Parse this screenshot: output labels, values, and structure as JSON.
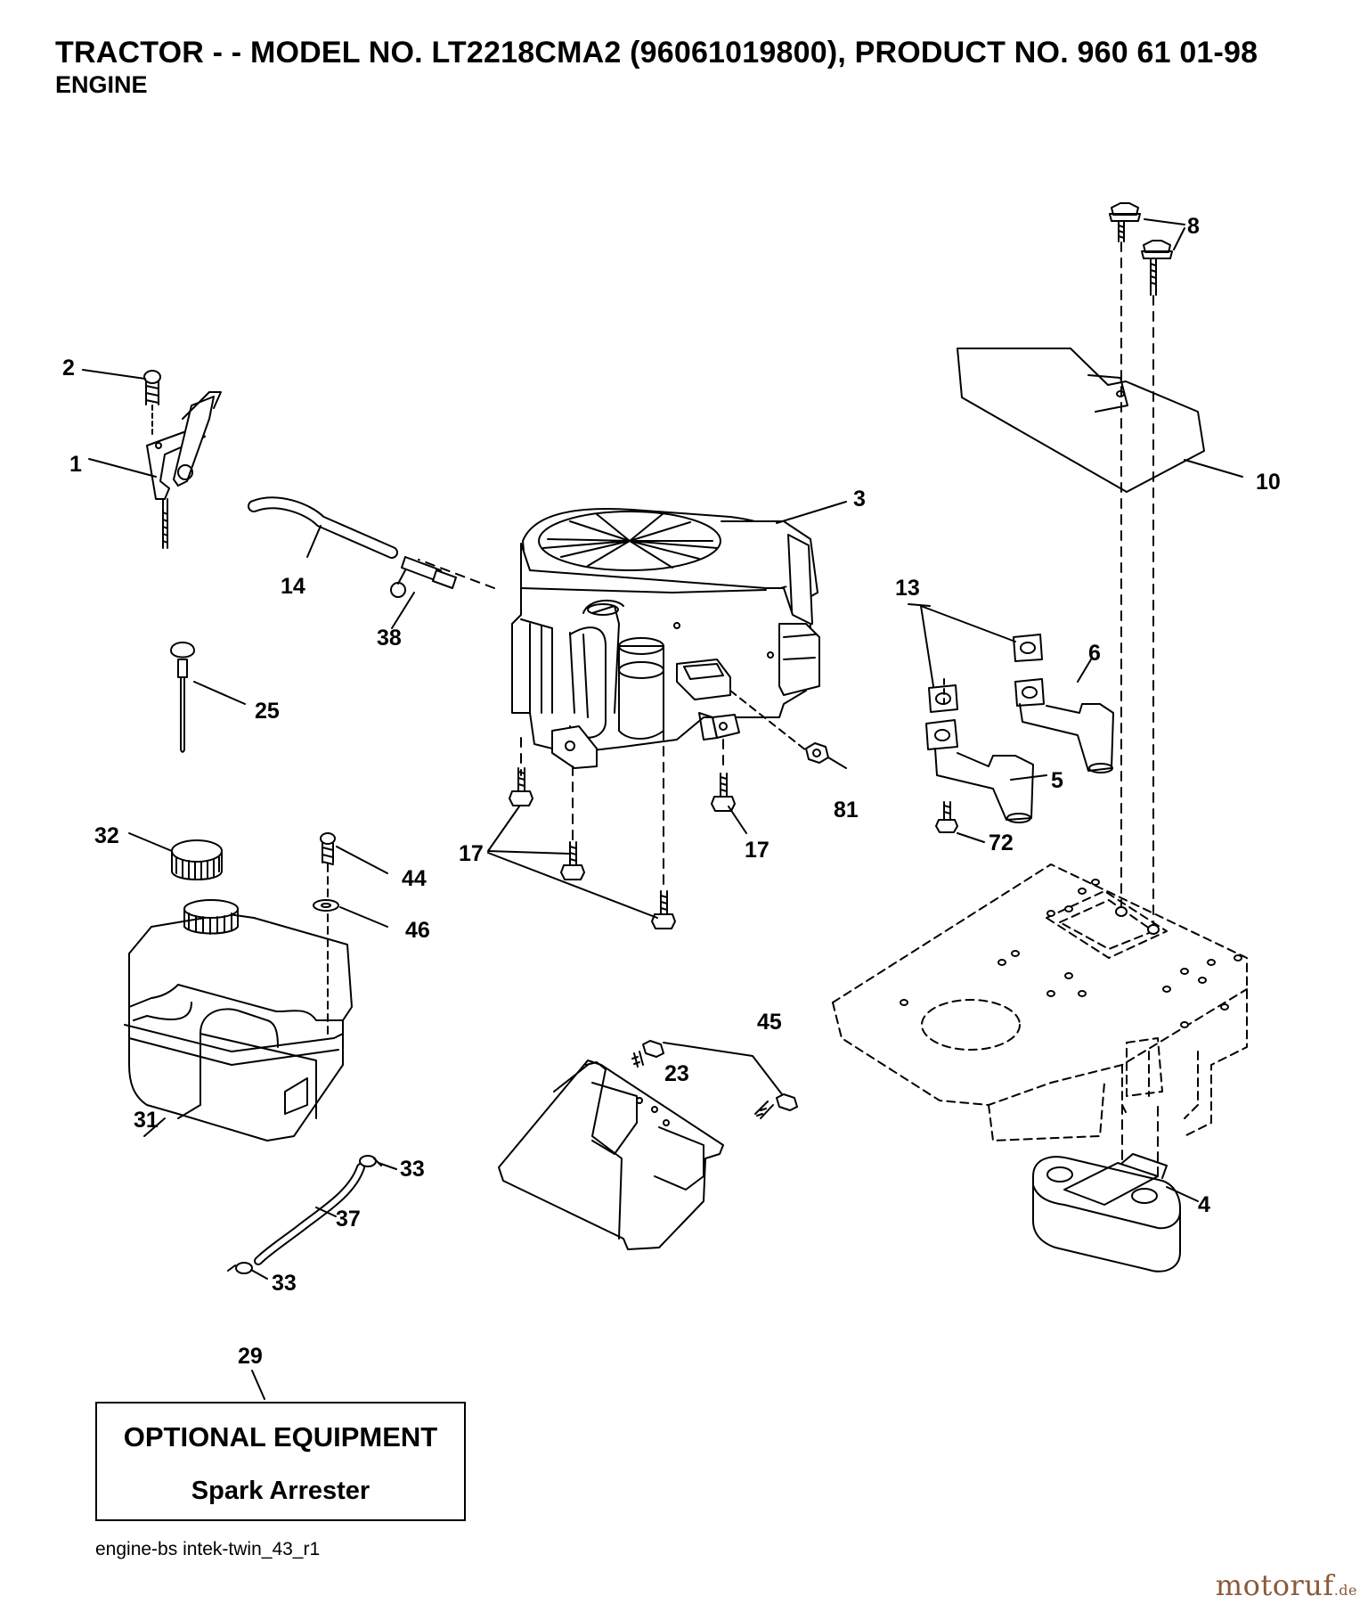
{
  "header": {
    "title": "TRACTOR - - MODEL NO. LT2218CMA2 (96061019800), PRODUCT NO. 960 61 01-98",
    "subtitle": "ENGINE"
  },
  "callouts": {
    "c1": "1",
    "c2": "2",
    "c3": "3",
    "c4": "4",
    "c5": "5",
    "c6": "6",
    "c8": "8",
    "c10": "10",
    "c13": "13",
    "c14": "14",
    "c17a": "17",
    "c17b": "17",
    "c23": "23",
    "c25": "25",
    "c29": "29",
    "c31": "31",
    "c32": "32",
    "c33a": "33",
    "c33b": "33",
    "c37": "37",
    "c38": "38",
    "c44": "44",
    "c45": "45",
    "c46": "46",
    "c72": "72",
    "c81": "81"
  },
  "optional_box": {
    "title": "OPTIONAL EQUIPMENT",
    "item": "Spark Arrester"
  },
  "footer": {
    "drawing_id": "engine-bs intek-twin_43_r1"
  },
  "watermark": {
    "brand": "motoruf",
    "suffix": ".de"
  }
}
